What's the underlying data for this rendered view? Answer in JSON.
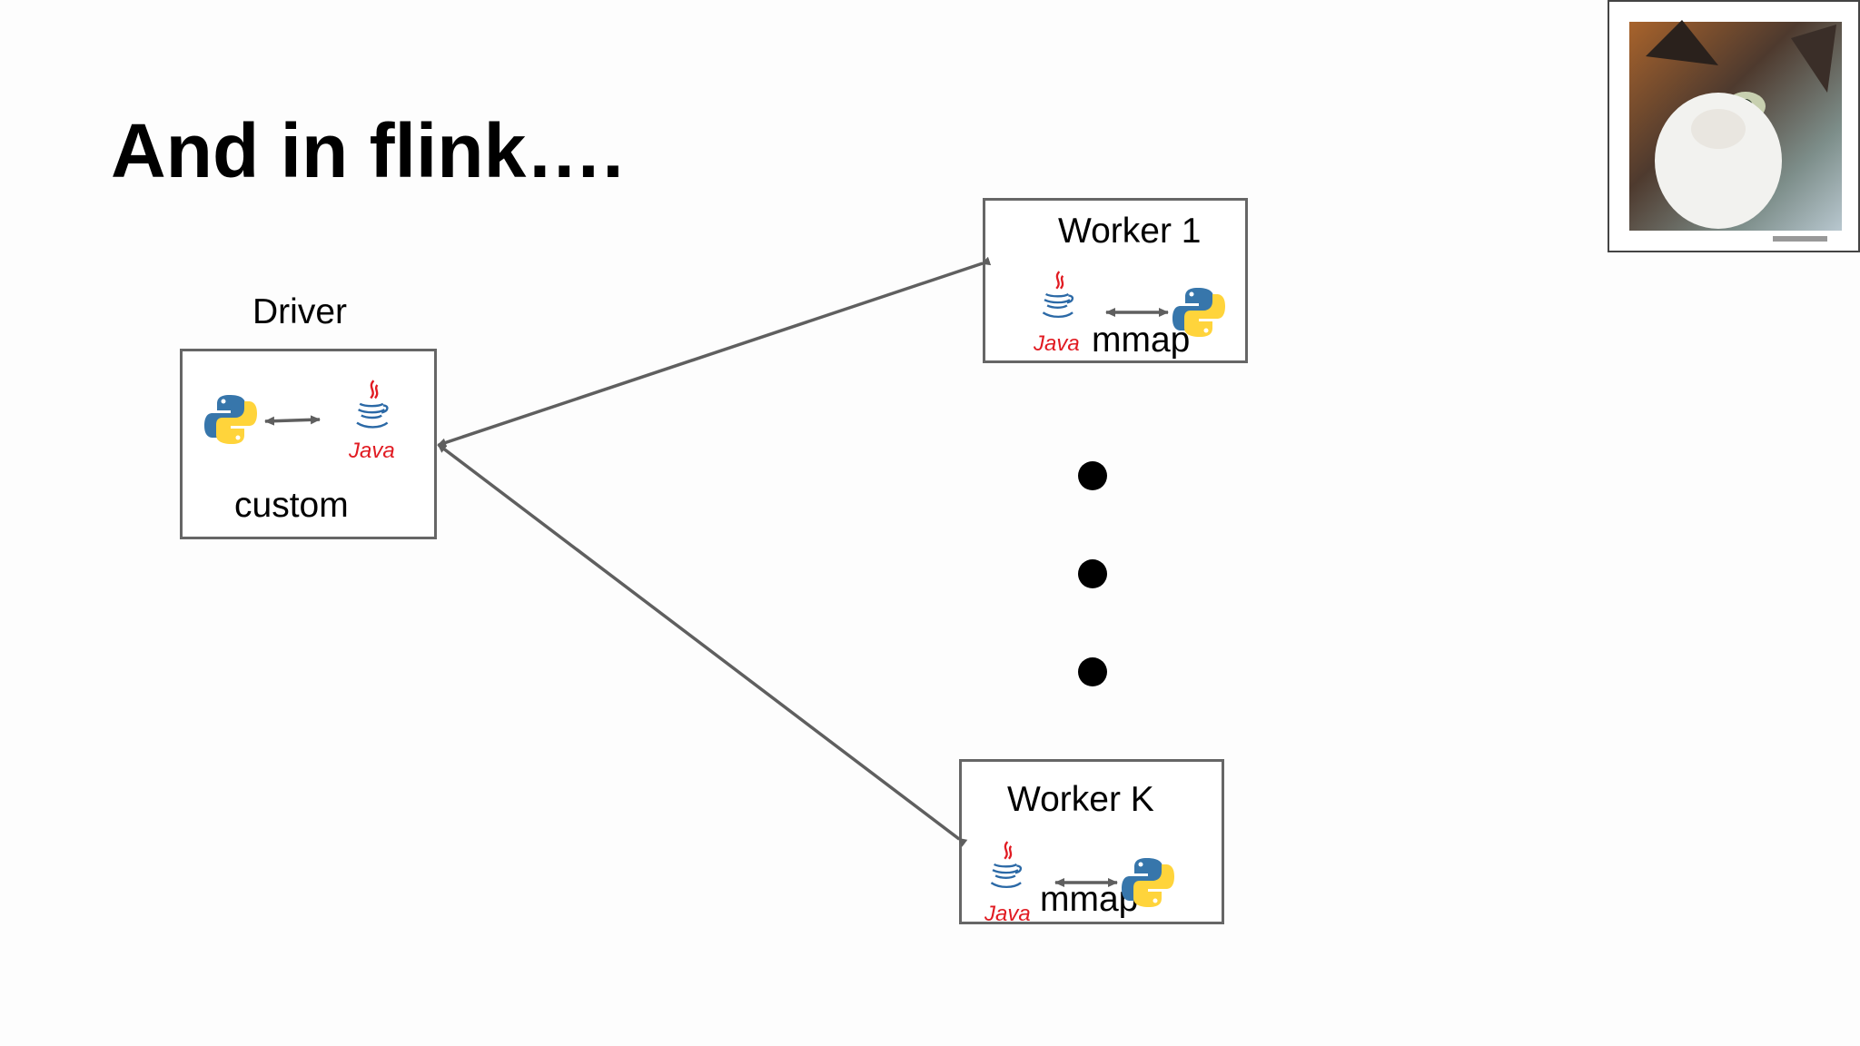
{
  "title": "And in flink….",
  "driver": {
    "heading": "Driver",
    "caption": "custom"
  },
  "worker_top": {
    "heading": "Worker 1",
    "caption": "mmap"
  },
  "worker_bottom": {
    "heading": "Worker K",
    "caption": "mmap"
  },
  "icons": {
    "java_text": "Java",
    "python": "python-icon",
    "java": "java-icon"
  },
  "colors": {
    "arrow": "#5f5f5f",
    "box_border": "#666666",
    "java_red": "#e11b22",
    "java_blue": "#2b69a6",
    "python_blue": "#3776ab",
    "python_yellow": "#ffd43b"
  }
}
